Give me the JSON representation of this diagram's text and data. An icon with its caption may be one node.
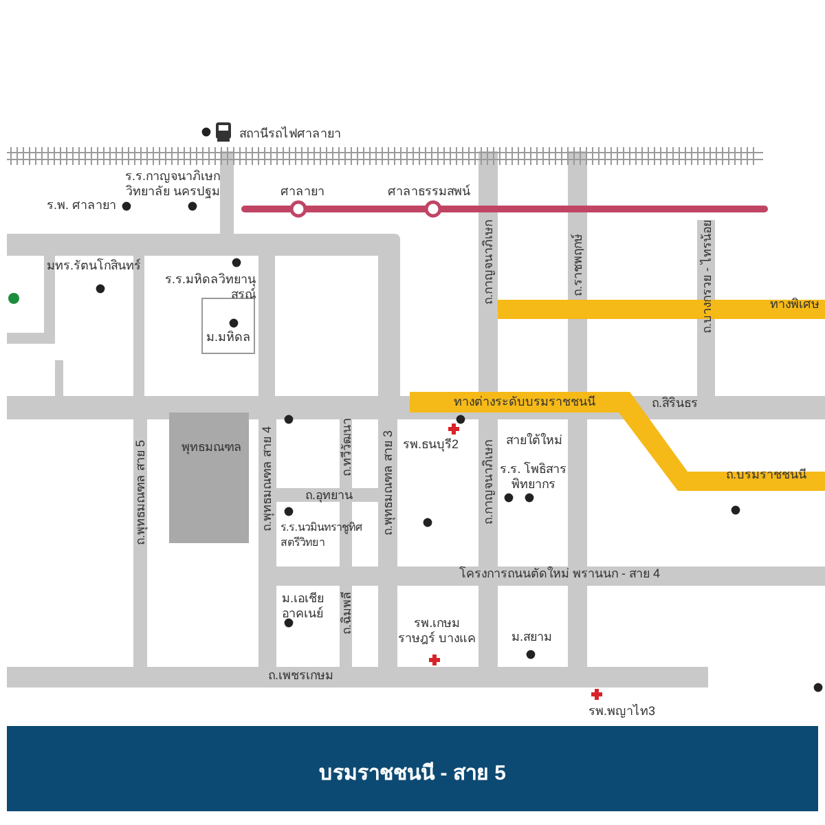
{
  "diagram": {
    "title": "บรมราชชนนี - สาย 5",
    "labels": [
      "สถานีรถไฟศาลายา",
      "ร.ร.กาญจนาภิเษกวิทยาลัย นครปฐม",
      "ร.พ. ศาลายา",
      "ศาลายา",
      "ศาลาธรรมสพน์",
      "มทร.รัตนโกสินทร์",
      "ร.ร.มหิดลวิทยานุสรณ์",
      "ม.มหิดล",
      "ถ.กาญจนาภิเษก",
      "ถ.ราชพฤกษ์",
      "ถ.บางกรวย - ไทรน้อย",
      "ทางพิเศษ",
      "ทางต่างระดับบรมราชชนนี",
      "ถ.สิรินธร",
      "พุทธมณฑล",
      "ถ.พุทธมณฑล สาย 5",
      "ถ.พุทธมณฑล สาย 4",
      "ถ.อุทยาน",
      "ร.ร.นวมินทราชูทิศ สตรีวิทยา",
      "ถ.ทวีวัฒนา",
      "ถ.พุทธมณฑล สาย 3",
      "ม.เอเชียอาคเนย์",
      "ถ.ฉิมพลี",
      "ถ.เพชรเกษม",
      "รพ.ธนบุรี2",
      "สายใต้ใหม่",
      "ร.ร. โพธิสารพิทยากร",
      "ถ.กาญจนาภิเษก",
      "ถ.บรมราชชนนี",
      "โครงการถนนตัดใหม่ พรานนก - สาย 4",
      "รพ.เกษมราษฎร์ บางแค",
      "ม.สยาม",
      "รพ.พญาไท3"
    ]
  }
}
